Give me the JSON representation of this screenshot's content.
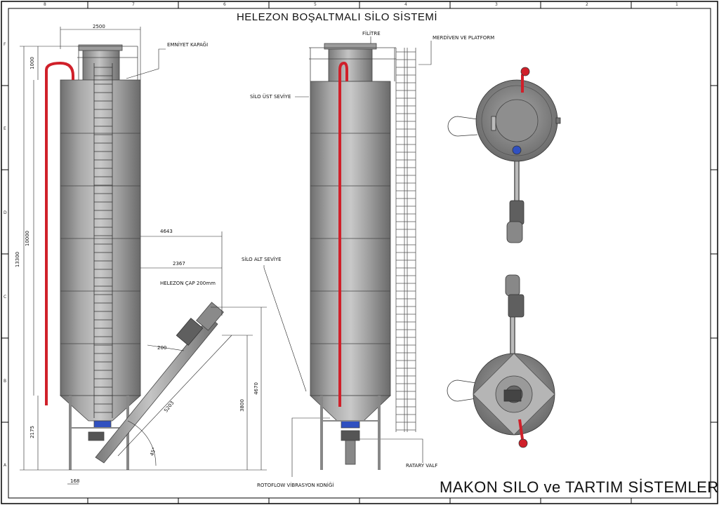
{
  "title": "HELEZON BOŞALTMALI SİLO SİSTEMİ",
  "brand": "MAKON SILO ve TARTIM SİSTEMLERİ",
  "labels": {
    "emniyet": "EMNİYET KAPAĞI",
    "filitre": "FİLİTRE",
    "merdiven": "MERDİVEN VE PLATFORM",
    "ust_seviye": "SİLO ÜST SEVİYE",
    "alt_seviye": "SİLO ALT SEVİYE",
    "helezon": "HELEZON ÇAP 200mm",
    "ratary": "RATARY VALF",
    "rotoflow": "ROTOFLOW VİBRASYON KONİĞİ"
  },
  "dims": {
    "d2500": "2500",
    "d1000": "1000",
    "d10000": "10000",
    "d13300": "13300",
    "d2175": "2175",
    "d4643": "4643",
    "d2367": "2367",
    "d200": "200",
    "d5203": "5203",
    "d3800": "3800",
    "d4670": "4670",
    "d168": "168",
    "d45": "45°"
  },
  "frame": {
    "cols_top": [
      "8",
      "7",
      "6",
      "5",
      "4",
      "3",
      "2",
      "1"
    ],
    "rows_left": [
      "F",
      "E",
      "D",
      "C",
      "B",
      "A"
    ]
  },
  "colors": {
    "steel": "#9a9a9a",
    "red_pipe": "#d0202a",
    "blue_valve": "#3050c0"
  }
}
